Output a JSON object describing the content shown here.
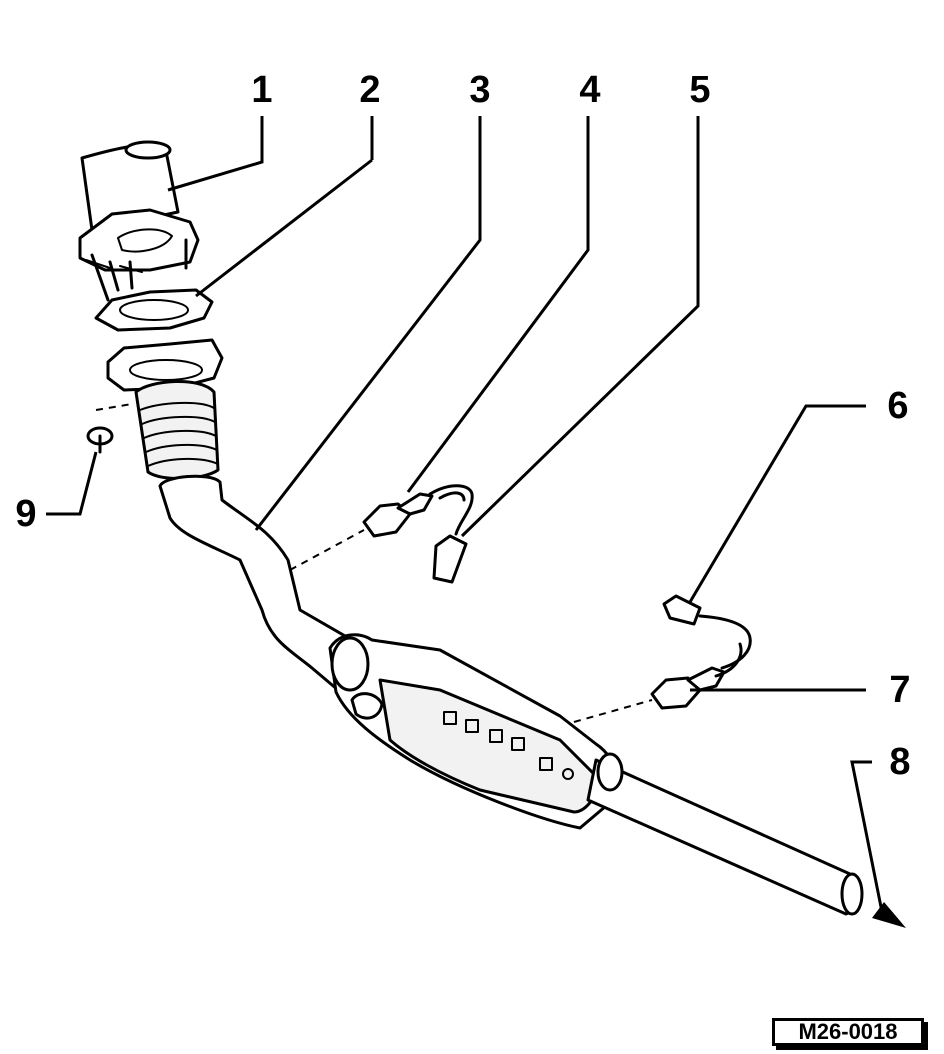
{
  "callouts": [
    {
      "id": "1",
      "text": "1"
    },
    {
      "id": "2",
      "text": "2"
    },
    {
      "id": "3",
      "text": "3"
    },
    {
      "id": "4",
      "text": "4"
    },
    {
      "id": "5",
      "text": "5"
    },
    {
      "id": "6",
      "text": "6"
    },
    {
      "id": "7",
      "text": "7"
    },
    {
      "id": "8",
      "text": "8"
    },
    {
      "id": "9",
      "text": "9"
    }
  ],
  "reference_code": "M26-0018"
}
